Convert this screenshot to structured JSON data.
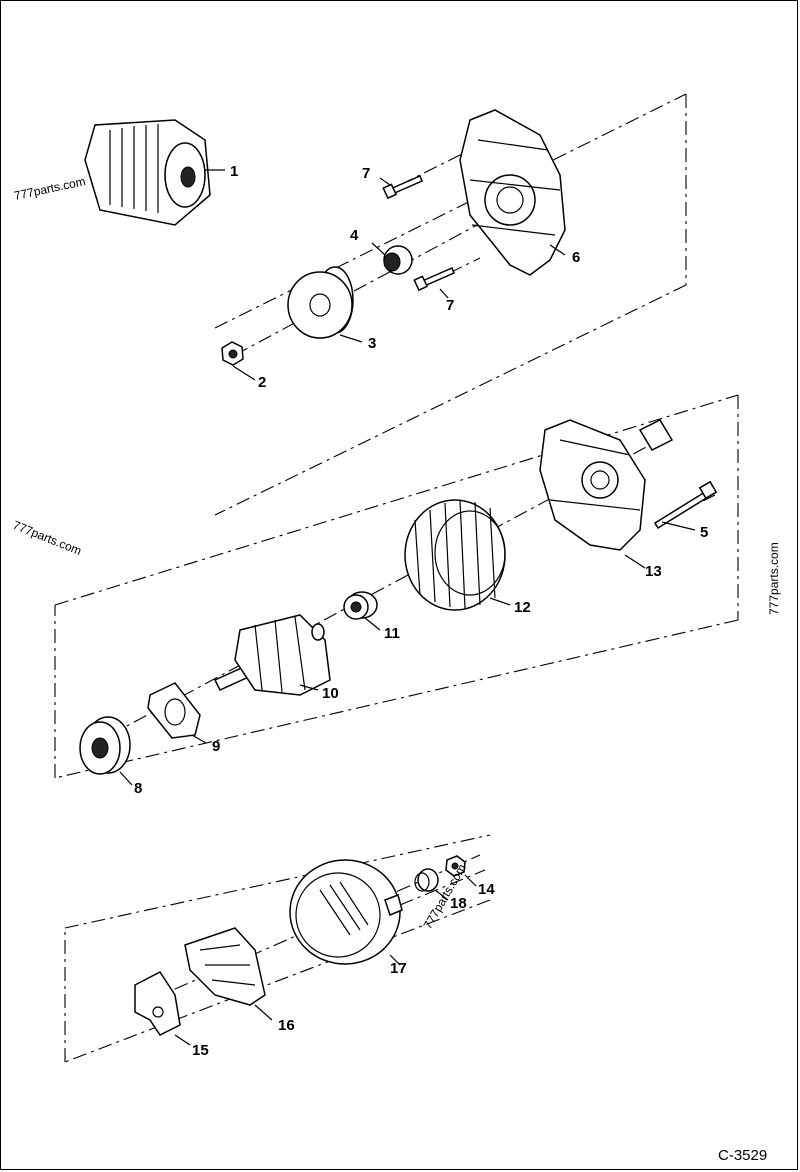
{
  "parts": [
    {
      "number": "1"
    },
    {
      "number": "2"
    },
    {
      "number": "3"
    },
    {
      "number": "4"
    },
    {
      "number": "5"
    },
    {
      "number": "6"
    },
    {
      "number": "7"
    },
    {
      "number": "8"
    },
    {
      "number": "9"
    },
    {
      "number": "10"
    },
    {
      "number": "11"
    },
    {
      "number": "12"
    },
    {
      "number": "13"
    },
    {
      "number": "14"
    },
    {
      "number": "15"
    },
    {
      "number": "16"
    },
    {
      "number": "17"
    },
    {
      "number": "18"
    }
  ],
  "watermarks": [
    "777parts.com",
    "777parts.com",
    "777parts.com",
    "777parts.com"
  ],
  "drawing_code": "C-3529"
}
